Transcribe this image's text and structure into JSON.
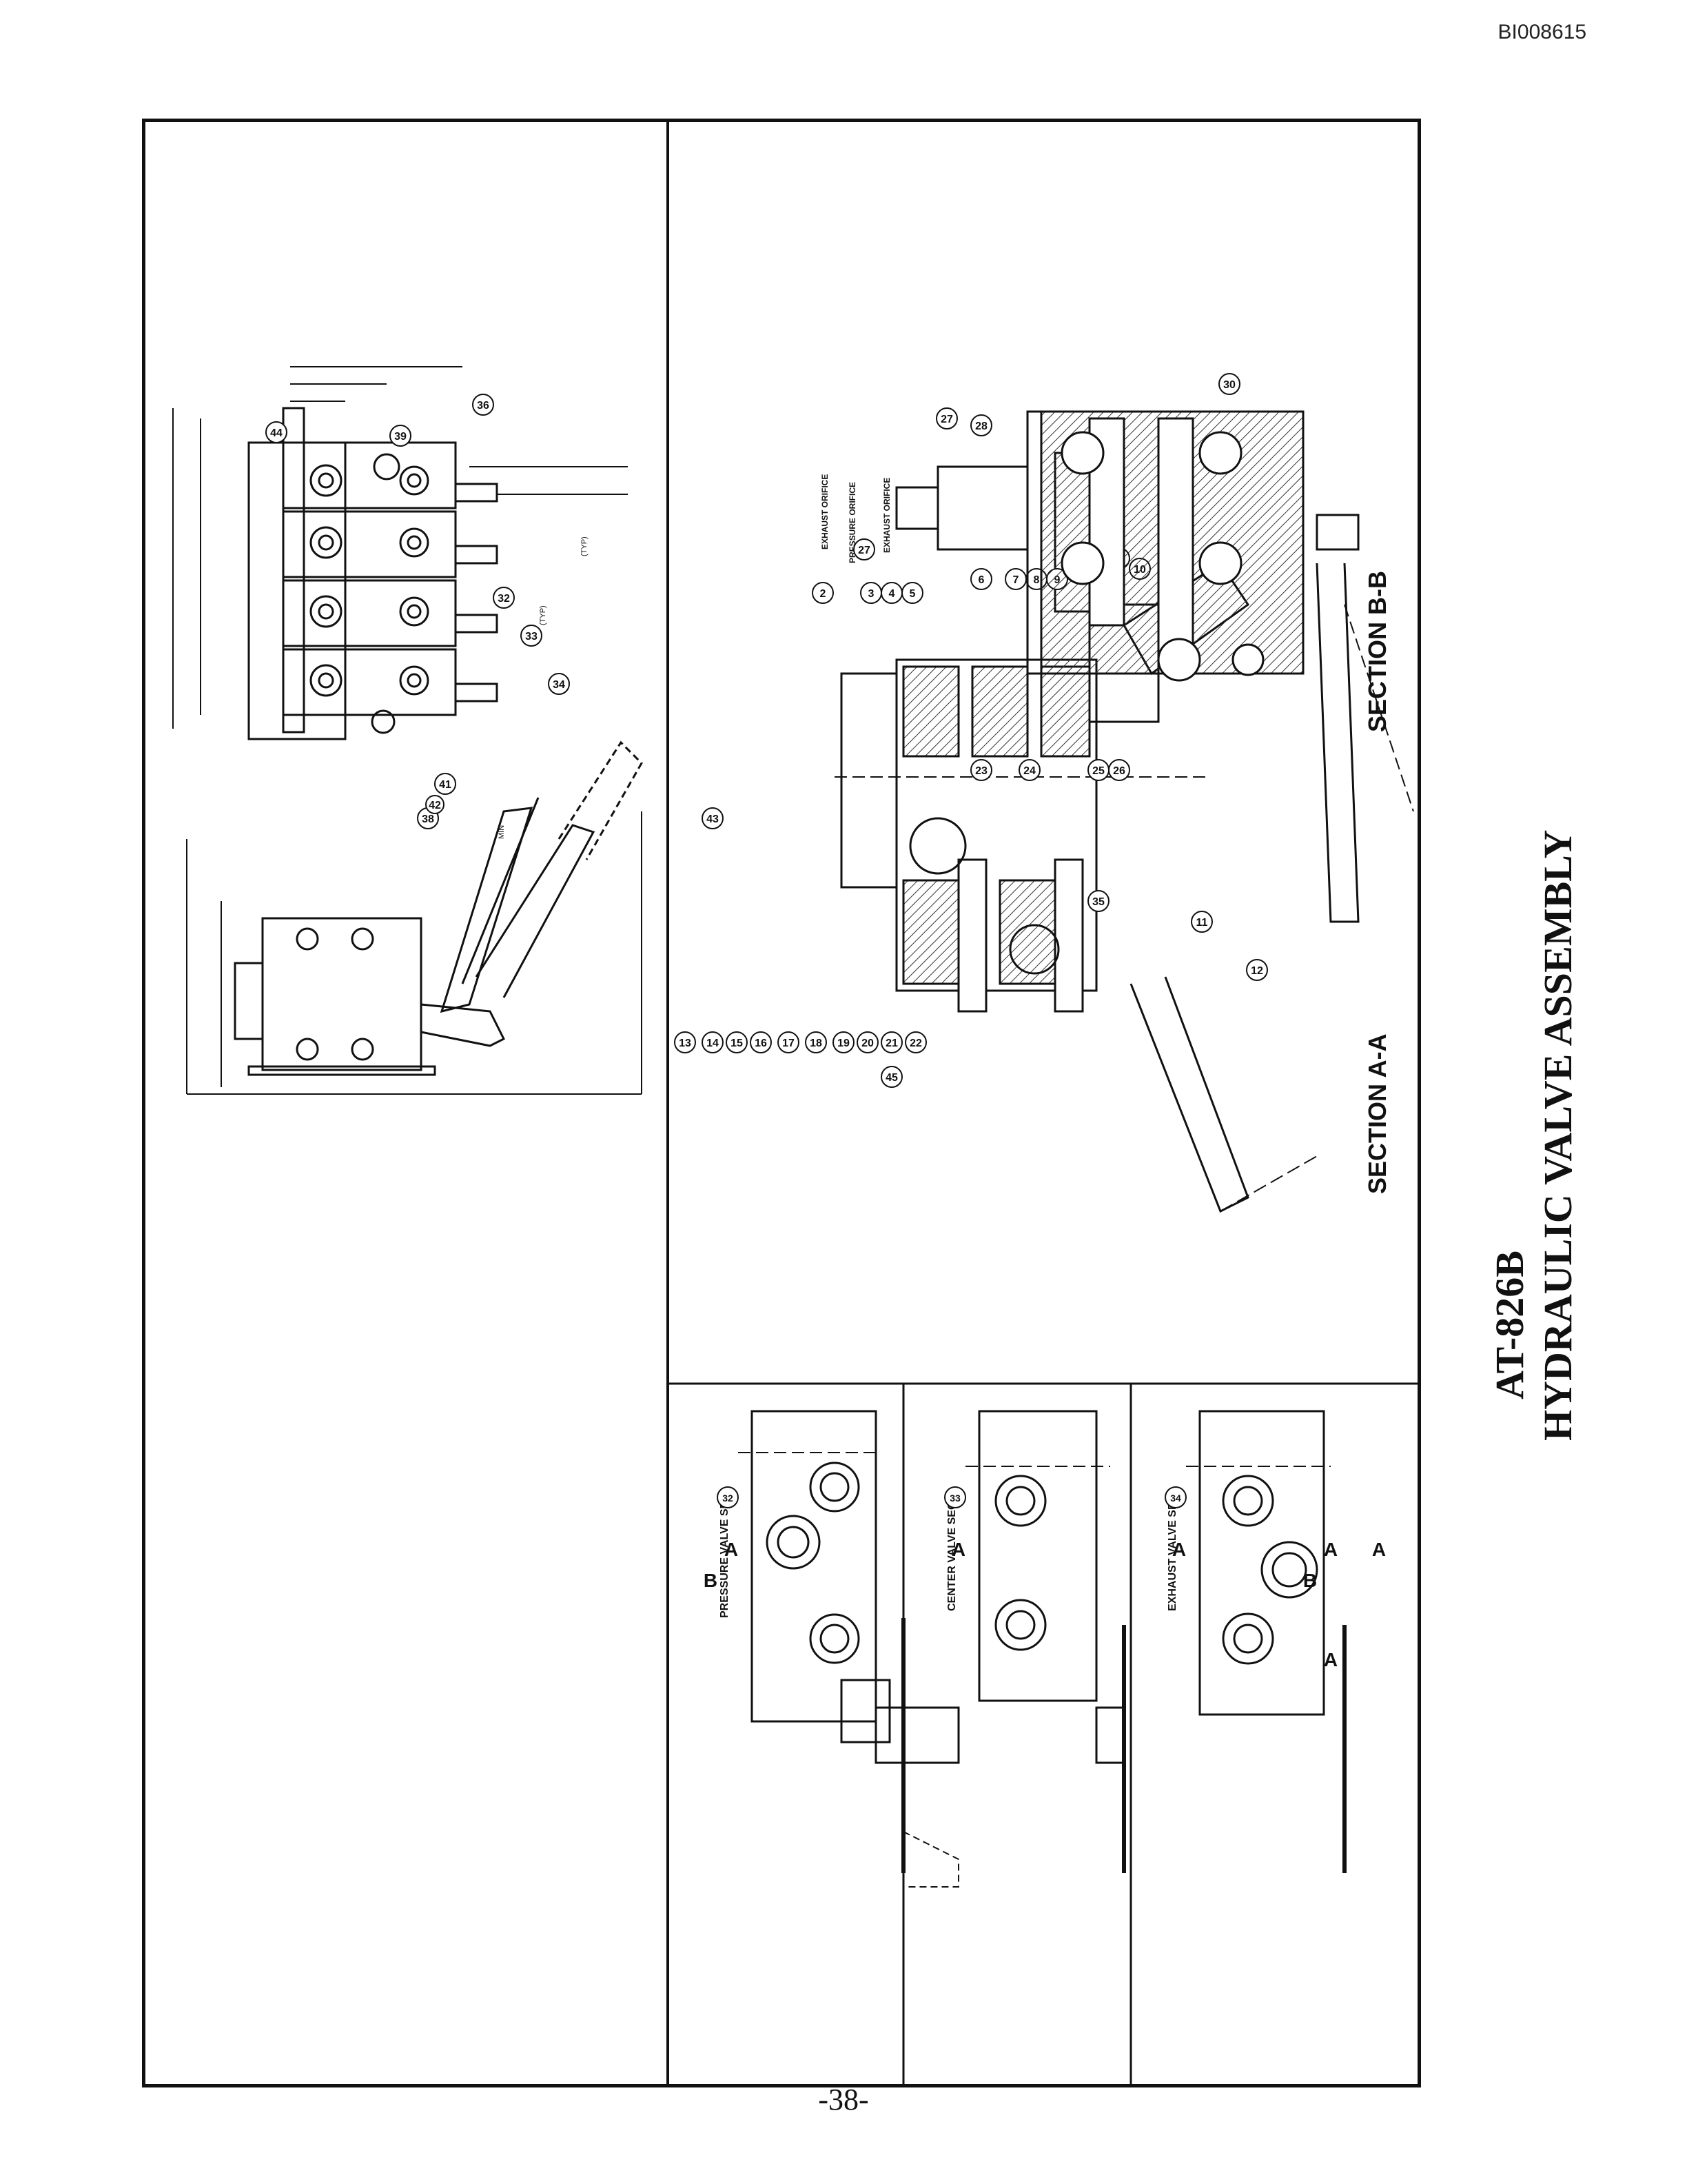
{
  "document": {
    "doc_id": "BI008615",
    "page_number": "-38-",
    "title_line1": "AT-826B",
    "title_line2": "HYDRAULIC VALVE ASSEMBLY"
  },
  "views": {
    "section_aa": "SECTION A-A",
    "section_bb": "SECTION B-B",
    "pressure_sec": "PRESSURE VALVE SEC.",
    "pressure_sec_num": "32",
    "center_sec": "CENTER VALVE SEC.",
    "center_sec_num": "33",
    "exhaust_sec": "EXHAUST VALVE SEC.",
    "exhaust_sec_num": "34",
    "arrow_a": "A",
    "arrow_b": "B"
  },
  "annotations": {
    "exhaust_orifice": "EXHAUST ORIFICE",
    "pressure_orifice": "PRESSURE ORIFICE",
    "typ": "(TYP)",
    "min": "MIN"
  },
  "callouts": {
    "section_aa": [
      "2",
      "3",
      "4",
      "5",
      "6",
      "7",
      "8",
      "9",
      "10",
      "11",
      "12",
      "13",
      "14",
      "15",
      "16",
      "17",
      "18",
      "19",
      "20",
      "21",
      "22",
      "27",
      "31",
      "35",
      "43",
      "45"
    ],
    "section_bb": [
      "23",
      "24",
      "25",
      "26",
      "27",
      "28",
      "30"
    ],
    "assembly": [
      "32",
      "33",
      "34",
      "36",
      "38",
      "39",
      "41",
      "42",
      "44"
    ]
  }
}
